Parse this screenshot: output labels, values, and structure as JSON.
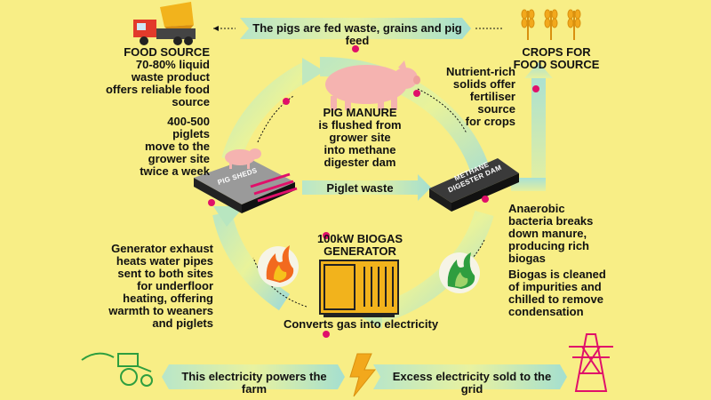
{
  "top_banner": "The pigs are fed waste, grains and pig feed",
  "food_source": {
    "title": "FOOD SOURCE",
    "lines": [
      "70-80% liquid",
      "waste product",
      "offers reliable food",
      "source"
    ]
  },
  "crops": {
    "lines": [
      "CROPS FOR",
      "FOOD SOURCE"
    ]
  },
  "nutrient": {
    "lines": [
      "Nutrient-rich",
      "solids offer",
      "fertiliser",
      "source",
      "for crops"
    ]
  },
  "piglets": {
    "lines": [
      "400-500",
      "piglets",
      "move to  the",
      "grower site",
      "twice a week"
    ]
  },
  "manure": {
    "title": "PIG MANURE",
    "lines": [
      "is flushed from",
      "grower site",
      "into methane",
      "digester dam"
    ]
  },
  "pig_sheds_label": "PIG SHEDS",
  "piglet_waste": "Piglet waste",
  "digester_label": [
    "METHANE",
    "DIGESTER DAM"
  ],
  "anaerobic": {
    "lines": [
      "Anaerobic",
      "bacteria breaks",
      "down manure,",
      "producing  rich",
      "biogas"
    ]
  },
  "biogas_cleaned": {
    "lines": [
      "Biogas is cleaned",
      "of impurities and",
      "chilled to remove",
      "condensation"
    ]
  },
  "generator": {
    "lines": [
      "100kW BIOGAS",
      "GENERATOR"
    ]
  },
  "exhaust": {
    "lines": [
      "Generator exhaust",
      "heats water pipes",
      "sent to both sites",
      "for underfloor",
      "heating, offering",
      "warmth to weaners",
      "and piglets"
    ]
  },
  "converts": "Converts gas into electricity",
  "bottom_left": "This electricity powers the farm",
  "bottom_right": "Excess electricity sold to the grid",
  "colors": {
    "background": "#f8ee86",
    "band": "#a8e0c8",
    "accent": "#e0106a",
    "pig": "#f5b3b0",
    "generator": "#f2b31c",
    "green": "#2e9e3f"
  },
  "icons": [
    "truck-icon",
    "wheat-icon",
    "pig-icon",
    "piglet-icon",
    "flame-icon",
    "generator-icon",
    "lightning-icon",
    "tractor-icon",
    "pylon-icon"
  ]
}
